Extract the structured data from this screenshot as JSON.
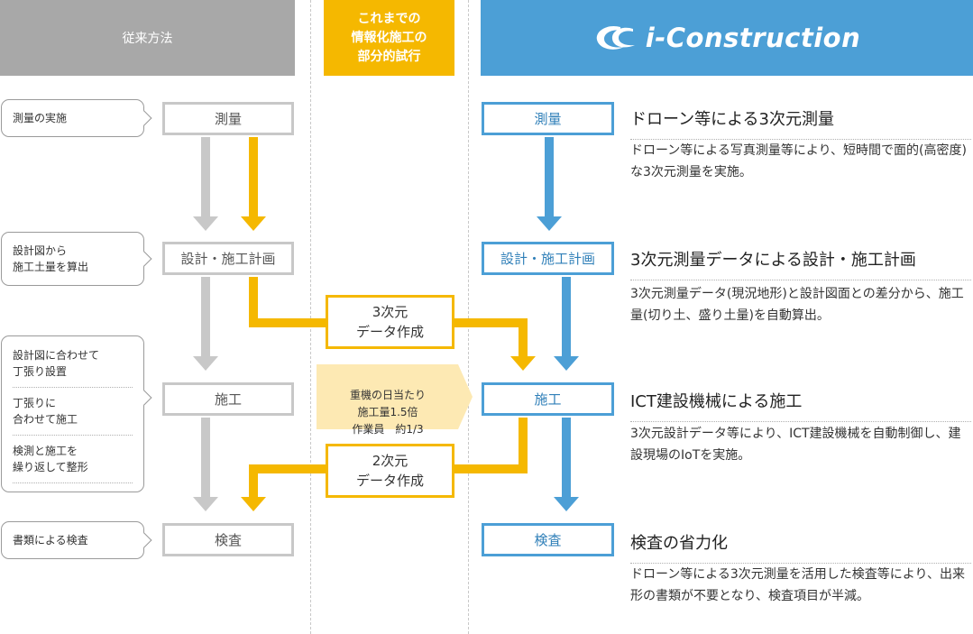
{
  "headers": {
    "left": "従来方法",
    "middle": "これまでの\n情報化施工の\n部分的試行",
    "right_brand": "i-Construction"
  },
  "callouts": {
    "survey": "測量の実施",
    "design": "設計図から\n施工土量を算出",
    "construct_1": "設計図に合わせて\n丁張り設置",
    "construct_2": "丁張りに\n合わせて施工",
    "construct_3": "検測と施工を\n繰り返して整形",
    "inspect": "書類による検査"
  },
  "steps_conventional": {
    "survey": "測量",
    "design": "設計・施工計画",
    "construct": "施工",
    "inspect": "検査"
  },
  "steps_ict": {
    "survey": "測量",
    "design": "設計・施工計画",
    "construct": "施工",
    "inspect": "検査"
  },
  "middle": {
    "data3d": "3次元\nデータ作成",
    "efficiency": "重機の日当たり\n施工量1.5倍\n作業員　約1/3",
    "data2d": "2次元\nデータ作成"
  },
  "descriptions": [
    {
      "title": "ドローン等による3次元測量",
      "body": "ドローン等による写真測量等により、短時間で面的(高密度)な3次元測量を実施。"
    },
    {
      "title": "3次元測量データによる設計・施工計画",
      "body": "3次元測量データ(現況地形)と設計図面との差分から、施工量(切り土、盛り土量)を自動算出。"
    },
    {
      "title": "ICT建設機械による施工",
      "body": "3次元設計データ等により、ICT建設機械を自動制御し、建設現場のIoTを実施。"
    },
    {
      "title": "検査の省力化",
      "body": "ドローン等による3次元測量を活用した検査等により、出来形の書類が不要となり、検査項目が半減。"
    }
  ],
  "colors": {
    "gray": "#c8c8c8",
    "yellow": "#f5b800",
    "blue": "#4c9fd6",
    "header_gray": "#a8a8a8"
  }
}
